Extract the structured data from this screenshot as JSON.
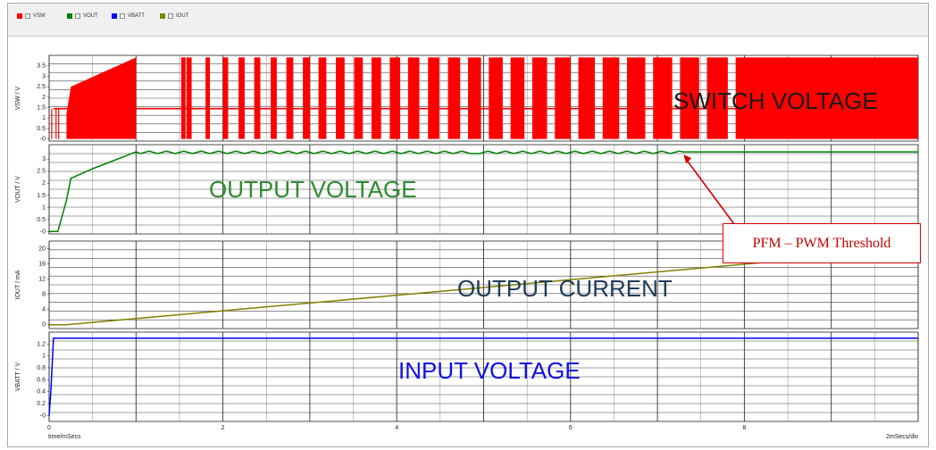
{
  "legend": [
    {
      "label": "VSW",
      "color": "#ff0000"
    },
    {
      "label": "VOUT",
      "color": "#008000"
    },
    {
      "label": "VBATT",
      "color": "#0000ff"
    },
    {
      "label": "IOUT",
      "color": "#808000"
    }
  ],
  "annotations": {
    "switch_voltage": "SWITCH VOLTAGE",
    "output_voltage": "OUTPUT VOLTAGE",
    "output_current": "OUTPUT CURRENT",
    "input_voltage": "INPUT VOLTAGE",
    "callout": "PFM – PWM Threshold"
  },
  "footer": {
    "xlabel": "time/mSecs",
    "scale": "2mSecs/div"
  },
  "chart_data": [
    {
      "type": "line",
      "name": "VSW",
      "ylabel": "VSW / V",
      "color": "#ff0000",
      "ylim": [
        -0.1,
        4.0
      ],
      "yticks": [
        "-0",
        "0.5",
        "1",
        "1.5",
        "2",
        "2.5",
        "3",
        "3.5"
      ],
      "ytick_values": [
        0,
        0.5,
        1,
        1.5,
        2,
        2.5,
        3,
        3.5
      ],
      "xlim": [
        0,
        10
      ],
      "xticks": [
        0,
        2,
        4,
        6,
        8
      ],
      "baseline": 1.45,
      "ramp": {
        "x": [
          0.2,
          1.0
        ],
        "y": [
          2.5,
          3.9
        ]
      },
      "bursts": [
        [
          1.52,
          1.57
        ],
        [
          1.58,
          1.64
        ],
        [
          1.8,
          1.85
        ],
        [
          2.0,
          2.06
        ],
        [
          2.18,
          2.25
        ],
        [
          2.36,
          2.43
        ],
        [
          2.55,
          2.62
        ],
        [
          2.73,
          2.81
        ],
        [
          2.92,
          3.0
        ],
        [
          3.1,
          3.19
        ],
        [
          3.3,
          3.4
        ],
        [
          3.51,
          3.61
        ],
        [
          3.71,
          3.82
        ],
        [
          3.92,
          4.04
        ],
        [
          4.13,
          4.26
        ],
        [
          4.36,
          4.49
        ],
        [
          4.59,
          4.73
        ],
        [
          4.82,
          4.97
        ],
        [
          5.06,
          5.22
        ],
        [
          5.31,
          5.47
        ],
        [
          5.56,
          5.73
        ],
        [
          5.82,
          6.0
        ],
        [
          6.09,
          6.28
        ],
        [
          6.37,
          6.56
        ],
        [
          6.65,
          6.86
        ],
        [
          6.95,
          7.17
        ],
        [
          7.26,
          7.48
        ],
        [
          7.57,
          7.81
        ],
        [
          7.9,
          10.0
        ]
      ]
    },
    {
      "type": "line",
      "name": "VOUT",
      "ylabel": "VOUT / V",
      "color": "#008000",
      "ylim": [
        -0.1,
        3.6
      ],
      "yticks": [
        "-0",
        "0.5",
        "1",
        "1.5",
        "2",
        "2.5",
        "3"
      ],
      "ytick_values": [
        0,
        0.5,
        1,
        1.5,
        2,
        2.5,
        3
      ],
      "x": [
        0,
        0.1,
        0.2,
        0.25,
        0.5,
        1.0,
        7.3,
        10.0
      ],
      "y": [
        0,
        0,
        1.3,
        2.2,
        2.6,
        3.3,
        3.3,
        3.3
      ],
      "ripple_until": 7.3
    },
    {
      "type": "line",
      "name": "IOUT",
      "ylabel": "IOUT / mA",
      "color": "#808000",
      "ylim": [
        -1,
        22
      ],
      "yticks": [
        "0",
        "4",
        "8",
        "12",
        "16",
        "20"
      ],
      "ytick_values": [
        0,
        4,
        8,
        12,
        16,
        20
      ],
      "x": [
        0,
        0.2,
        10.0
      ],
      "y": [
        0,
        0,
        20
      ]
    },
    {
      "type": "line",
      "name": "VBATT",
      "ylabel": "VBATT / V",
      "color": "#0000ff",
      "ylim": [
        -0.1,
        1.4
      ],
      "yticks": [
        "-0",
        "0.2",
        "0.4",
        "0.6",
        "0.8",
        "1",
        "1.2"
      ],
      "ytick_values": [
        0,
        0.2,
        0.4,
        0.6,
        0.8,
        1.0,
        1.2
      ],
      "x": [
        0,
        0.02,
        0.05,
        10.0
      ],
      "y": [
        0,
        0.4,
        1.3,
        1.3
      ]
    }
  ]
}
